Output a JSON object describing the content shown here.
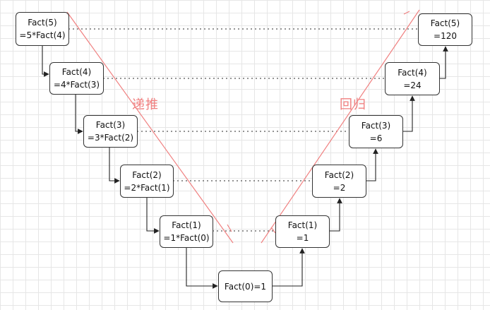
{
  "colors": {
    "accent_line": "#f08080",
    "box_border": "#333333",
    "arrow": "#222222",
    "dotted": "#555555"
  },
  "labels": {
    "descend": "递推",
    "ascend": "回归"
  },
  "left_nodes": [
    {
      "line1": "Fact(5)",
      "line2": "=5*Fact(4)"
    },
    {
      "line1": "Fact(4)",
      "line2": "=4*Fact(3)"
    },
    {
      "line1": "Fact(3)",
      "line2": "=3*Fact(2)"
    },
    {
      "line1": "Fact(2)",
      "line2": "=2*Fact(1)"
    },
    {
      "line1": "Fact(1)",
      "line2": "=1*Fact(0)"
    }
  ],
  "bottom_node": {
    "line1": "Fact(0)=1"
  },
  "right_nodes": [
    {
      "line1": "Fact(1)",
      "line2": "=1"
    },
    {
      "line1": "Fact(2)",
      "line2": "=2"
    },
    {
      "line1": "Fact(3)",
      "line2": "=6"
    },
    {
      "line1": "Fact(4)",
      "line2": "=24"
    },
    {
      "line1": "Fact(5)",
      "line2": "=120"
    }
  ]
}
